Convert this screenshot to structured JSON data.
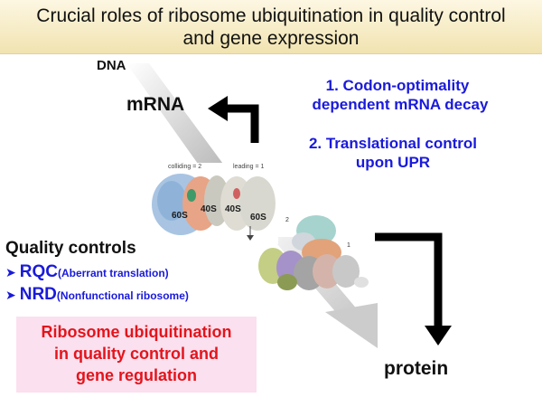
{
  "title": {
    "line1": "Crucial roles of ribosome ubiquitination in quality control",
    "line2": "and gene expression"
  },
  "labels": {
    "dna": "DNA",
    "mrna": "mRNA",
    "protein": "protein"
  },
  "roles": {
    "item1_line1": "1.  Codon-optimality",
    "item1_line2": "dependent mRNA decay",
    "item2_line1": "2. Translational control",
    "item2_line2": "upon UPR"
  },
  "quality_controls": {
    "heading": "Quality controls",
    "items": [
      {
        "abbr": "RQC",
        "desc": "(Aberrant translation)"
      },
      {
        "abbr": "NRD",
        "desc": "(Nonfunctional ribosome)"
      }
    ]
  },
  "ribosome_figure": {
    "colliding_label": "colliding = 2",
    "leading_label": "leading = 1",
    "subunit_60s_left": "60S",
    "subunit_40s_left": "40S",
    "subunit_40s_right": "40S",
    "subunit_60s_right": "60S"
  },
  "complex_figure": {
    "label_2": "2",
    "label_1": "1"
  },
  "highlight": {
    "line1": "Ribosome ubiquitination",
    "line2": "in quality control and",
    "line3": "gene regulation"
  },
  "colors": {
    "title_bg": "#f1e3b0",
    "role_text": "#1a1adb",
    "highlight_text": "#e4141b",
    "highlight_bg": "#fbe0ef"
  }
}
